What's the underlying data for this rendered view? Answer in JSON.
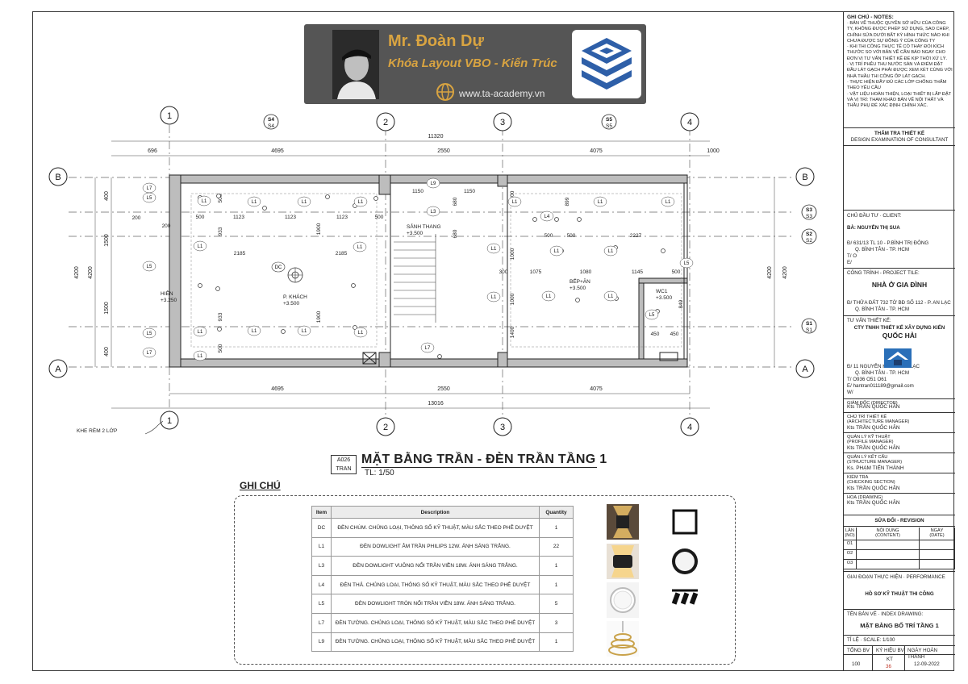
{
  "banner": {
    "name": "Mr. Đoàn Dự",
    "course": "Khóa Layout VBO - Kiến Trúc",
    "website": "www.ta-academy.vn",
    "color_background": "#555555",
    "color_text": "#d9a441"
  },
  "plan": {
    "grid_cols": [
      "1",
      "2",
      "3",
      "4"
    ],
    "grid_rows": [
      "B",
      "A"
    ],
    "section_marks": [
      {
        "id": "S4",
        "sub": "S4"
      },
      {
        "id": "S5",
        "sub": "S5"
      },
      {
        "id": "S3",
        "sub": "S3"
      },
      {
        "id": "S2",
        "sub": "S2"
      },
      {
        "id": "S1",
        "sub": "S1"
      }
    ],
    "dims_top_total": "11320",
    "dims_top": [
      "696",
      "4695",
      "2550",
      "4075",
      "1000"
    ],
    "dims_bottom": [
      "4695",
      "2550",
      "4075"
    ],
    "dims_bottom_total": "13016",
    "dims_left": [
      "400",
      "1500",
      "1500",
      "400"
    ],
    "dims_left_total": "4200",
    "dims_right_total": "4200",
    "interior_dims": [
      "500",
      "1123",
      "1123",
      "1123",
      "500",
      "2185",
      "2185",
      "933",
      "933",
      "500",
      "500",
      "1900",
      "1900",
      "1150",
      "1150",
      "680",
      "680",
      "600",
      "899",
      "500",
      "500",
      "2227",
      "1000",
      "300",
      "1075",
      "1080",
      "1145",
      "500",
      "1000",
      "1400",
      "849",
      "450",
      "450",
      "200",
      "200"
    ],
    "rooms": [
      {
        "name": "P. KHÁCH",
        "level": "+3.500"
      },
      {
        "name": "SẢNH THANG",
        "level": "+3.500"
      },
      {
        "name": "BẾP+ĂN",
        "level": "+3.500"
      },
      {
        "name": "WC1",
        "level": "+3.500"
      },
      {
        "name": "HIÊN",
        "level": "+3.250"
      }
    ],
    "light_tags": [
      "L1",
      "L3",
      "L4",
      "L5",
      "L7",
      "L9",
      "DC"
    ],
    "note_khe": "KHE RÈM 2 LỚP"
  },
  "title": {
    "tag_top": "A026",
    "tag_bottom": "TRAN",
    "name": "MẶT BẰNG TRẦN - ĐÈN TRẦN TẦNG 1",
    "scale": "TL: 1/50"
  },
  "notes_heading": "GHI CHÚ",
  "legend": {
    "headers": [
      "Item",
      "Description",
      "Quantity"
    ],
    "rows": [
      {
        "item": "DC",
        "desc": "ĐÈN CHÙM. CHỦNG LOẠI, THÔNG SỐ KỸ THUẬT, MÀU SẮC THEO PHÊ DUYỆT",
        "qty": "1"
      },
      {
        "item": "L1",
        "desc": "ĐÈN DOWLIGHT ÂM TRẦN PHILIPS 12W. ÁNH SÁNG TRẮNG.",
        "qty": "22"
      },
      {
        "item": "L3",
        "desc": "ĐÈN DOWLIGHT VUÔNG NỔI TRẦN VIỀN 18W. ÁNH SÁNG TRẮNG.",
        "qty": "1"
      },
      {
        "item": "L4",
        "desc": "ĐÈN THẢ. CHỦNG LOẠI, THÔNG SỐ KỸ THUẬT, MÀU SẮC THEO PHÊ DUYỆT",
        "qty": "1"
      },
      {
        "item": "L5",
        "desc": "ĐÈN DOWLIGHT TRÒN NỔI TRẦN VIỀN 18W. ÁNH SÁNG TRẮNG.",
        "qty": "5"
      },
      {
        "item": "L7",
        "desc": "ĐÈN TƯỜNG. CHỦNG LOẠI, THÔNG SỐ KỸ THUẬT, MÀU SẮC THEO PHÊ DUYỆT",
        "qty": "3"
      },
      {
        "item": "L9",
        "desc": "ĐÈN TƯỜNG. CHỦNG LOẠI, THÔNG SỐ KỸ THUẬT, MÀU SẮC THEO PHÊ DUYỆT",
        "qty": "1"
      }
    ]
  },
  "titleblock": {
    "notes_title": "GHI CHÚ - NOTES:",
    "notes_lines": [
      "· BẢN VẼ THUỘC QUYỀN SỞ HỮU CỦA CÔNG",
      "TY, KHÔNG ĐƯỢC PHÉP SỬ DỤNG, SAO CHÉP,",
      "CHỈNH SỬA DƯỚI BẤT KỲ HÌNH THỨC NÀO KHI",
      "CHƯA ĐƯỢC SỰ ĐỒNG Ý CỦA CÔNG TY",
      "· KHI THI CÔNG THỰC TẾ CÓ THAY ĐỔI KÍCH",
      "THƯỚC SO VỚI BẢN VẼ CẦN BÁO NGAY CHO",
      "ĐƠN VỊ TƯ VẤN THIẾT KẾ ĐỂ KỊP THỜI XỬ LÝ.",
      "· VỊ TRÍ PHỄU THU NƯỚC SÀN VÀ ĐIỂM ĐẶT",
      "ĐẦU LÁT GẠCH PHẢI ĐƯỢC XEM XÉT CÙNG VỚI",
      "NHÀ THẦU THI CÔNG ỐP LÁT GẠCH.",
      "· THỰC HIỆN ĐẦY ĐỦ CÁC LỚP CHỐNG THẤM",
      "THEO YÊU CẦU",
      "· VẬT LIỆU HOÀN THIỆN, LOẠI THIẾT BỊ LẮP ĐẶT",
      "VÀ VỊ TRÍ: THAM KHẢO BẢN VẼ NỘI THẤT VÀ",
      "THẦU PHỤ ĐỂ XÁC ĐỊNH CHÍNH XÁC."
    ],
    "review_vi": "THẨM TRA THIẾT KẾ",
    "review_en": "DESIGN EXAMINATION OF CONSULTANT",
    "client_label": "CHỦ ĐẦU TƯ · CLIENT:",
    "client_name": "BÀ: NGUYỄN THỊ SUA",
    "client_addr1": "Đ/ 631/13 TL 10 - P.BÌNH TRỊ ĐÔNG",
    "client_addr2": "Q. BÌNH TÂN - TP. HCM",
    "client_t": "T/ O",
    "client_e": "E/",
    "project_label": "CÔNG TRÌNH - PROJECT TILE:",
    "project_name": "NHÀ Ở GIA ĐÌNH",
    "project_addr1": "Đ/ THỬA ĐẤT 732 TỜ BĐ SỐ 112 - P. AN LẠC",
    "project_addr2": "Q. BÌNH TÂN - TP. HCM",
    "consult_label": "TƯ VẤN THIẾT KẾ:",
    "company_line1": "CTY TNHH THIẾT KẾ XÂY DỰNG KIẾN",
    "company_line2": "QUỐC HẢI",
    "company_addr1": "Đ/  11 NGUYỄN HỚI - P. AN LẠC",
    "company_addr2": "Q. BÌNH TÂN - TP. HCM",
    "company_t": "T/  O936 O51 O61",
    "company_e": "E/  hantran011189@gmail.com",
    "company_w": "W/",
    "signers": [
      {
        "role": "GIÁM ĐỐC (DIRECTOR)",
        "person": "Kts TRẦN QUỐC HÂN"
      },
      {
        "role": "CHỦ TRÌ THIẾT KẾ|(ARCHITECTURE MANAGER)",
        "person": "Kts TRẦN QUỐC HÂN"
      },
      {
        "role": "QUẢN LÝ KỸ THUẬT|(PROFILE MANAGER)",
        "person": "Kts TRẦN QUỐC HÂN"
      },
      {
        "role": "QUẢN LÝ KẾT CẤU|(STRUCTURE MANAGER)",
        "person": "Ks. PHẠM TIẾN THÀNH"
      },
      {
        "role": "KIỂM TRA|(CHECKING SECTION)",
        "person": "Kts TRẦN QUỐC HÂN"
      },
      {
        "role": "HOẠ (DRAWING)",
        "person": "Kts TRẦN QUỐC HÂN"
      }
    ],
    "revision_label": "SỬA ĐỔI - REVISION",
    "rev_cols": [
      "LẦN|(NO)",
      "NỘI DUNG|(CONTENT)",
      "NGÀY|(DATE)"
    ],
    "rev_rows": [
      "O1",
      "O2",
      "O3"
    ],
    "phase_label": "GIAI ĐOẠN THỰC HIỆN · PERFORMANCE",
    "phase_value": "HỒ SƠ KỸ THUẬT THI CÔNG",
    "index_label": "TÊN BẢN VẼ · INDEX DRAWING:",
    "index_value": "MẶT BẰNG BỐ TRÍ TẦNG 1",
    "scale_label": "TỈ LỆ · SCALE:  1/100",
    "foot_headers": [
      "TỔNG BV",
      "KÝ HIỆU BV",
      "NGÀY HOÀN THÀNH"
    ],
    "foot_total": "100",
    "foot_code_top": "KT",
    "foot_code_num": "36",
    "foot_date": "12-09-2022"
  }
}
